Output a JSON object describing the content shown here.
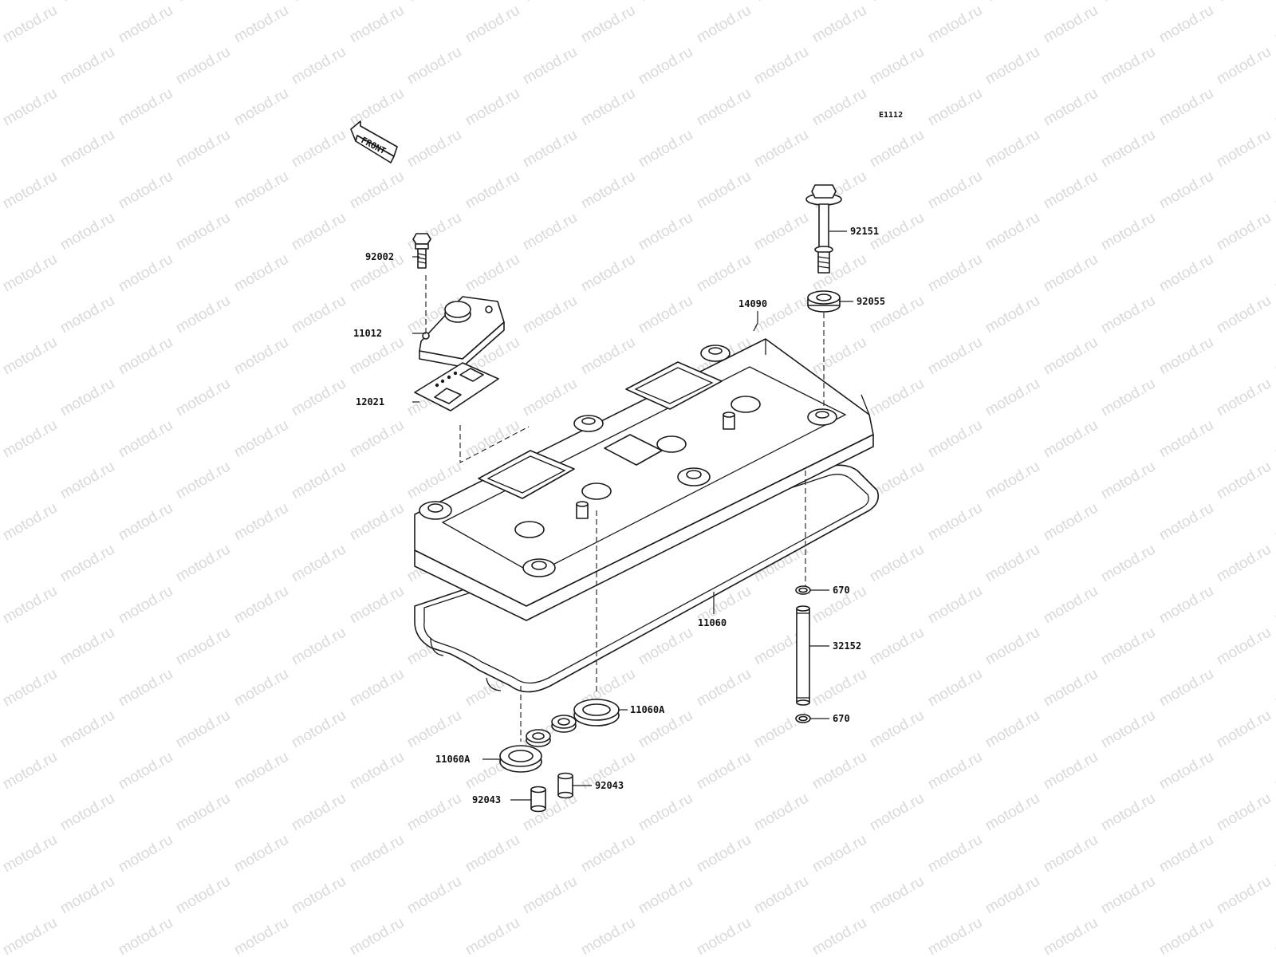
{
  "diagram": {
    "code": "E1112",
    "front_label": "FRONT",
    "watermark": "motod.ru",
    "parts": [
      {
        "id": "92002",
        "label": "92002"
      },
      {
        "id": "11012",
        "label": "11012"
      },
      {
        "id": "12021",
        "label": "12021"
      },
      {
        "id": "14090",
        "label": "14090"
      },
      {
        "id": "92151",
        "label": "92151"
      },
      {
        "id": "92055",
        "label": "92055"
      },
      {
        "id": "670-top",
        "label": "670"
      },
      {
        "id": "11060",
        "label": "11060"
      },
      {
        "id": "32152",
        "label": "32152"
      },
      {
        "id": "11060A-right",
        "label": "11060A"
      },
      {
        "id": "670-bottom",
        "label": "670"
      },
      {
        "id": "11060A-left",
        "label": "11060A"
      },
      {
        "id": "92043-right",
        "label": "92043"
      },
      {
        "id": "92043-left",
        "label": "92043"
      }
    ]
  }
}
